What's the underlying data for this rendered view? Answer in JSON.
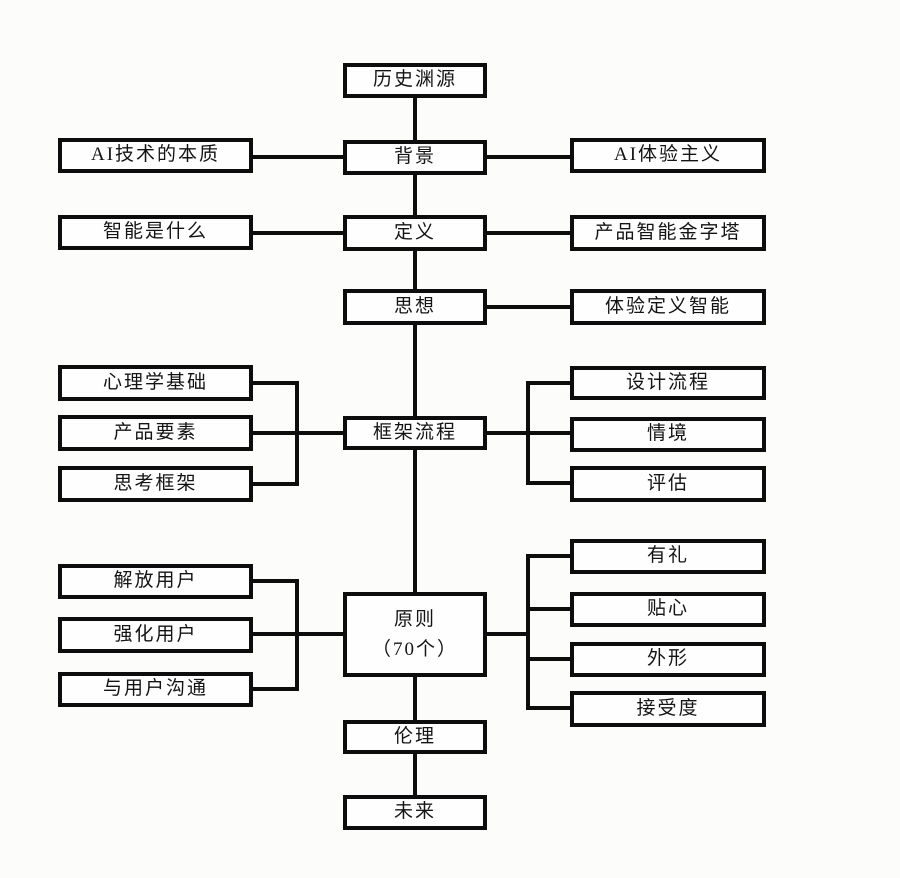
{
  "diagram": {
    "colors": {
      "line": "#0d0d0d",
      "box_bg": "#fefefe",
      "canvas_bg": "#fcfcfb",
      "text": "#141414"
    },
    "nodes": {
      "history": {
        "label": "历史渊源"
      },
      "ai_tech_essence": {
        "label": "AI技术的本质"
      },
      "background": {
        "label": "背景"
      },
      "ai_experientialism": {
        "label": "AI体验主义"
      },
      "what_is_intelligence": {
        "label": "智能是什么"
      },
      "definition": {
        "label": "定义"
      },
      "product_intelligence_pyramid": {
        "label": "产品智能金字塔"
      },
      "thought": {
        "label": "思想"
      },
      "experience_defines_intelligence": {
        "label": "体验定义智能"
      },
      "psychology_foundation": {
        "label": "心理学基础"
      },
      "product_elements": {
        "label": "产品要素"
      },
      "thinking_framework": {
        "label": "思考框架"
      },
      "framework_process": {
        "label": "框架流程"
      },
      "design_process": {
        "label": "设计流程"
      },
      "situation": {
        "label": "情境"
      },
      "evaluation": {
        "label": "评估"
      },
      "liberate_users": {
        "label": "解放用户"
      },
      "strengthen_users": {
        "label": "强化用户"
      },
      "communicate_with_users": {
        "label": "与用户沟通"
      },
      "principles": {
        "label_line1": "原则",
        "label_line2": "（70个）"
      },
      "polite": {
        "label": "有礼"
      },
      "considerate": {
        "label": "贴心"
      },
      "appearance": {
        "label": "外形"
      },
      "acceptance": {
        "label": "接受度"
      },
      "ethics": {
        "label": "伦理"
      },
      "future": {
        "label": "未来"
      }
    }
  }
}
